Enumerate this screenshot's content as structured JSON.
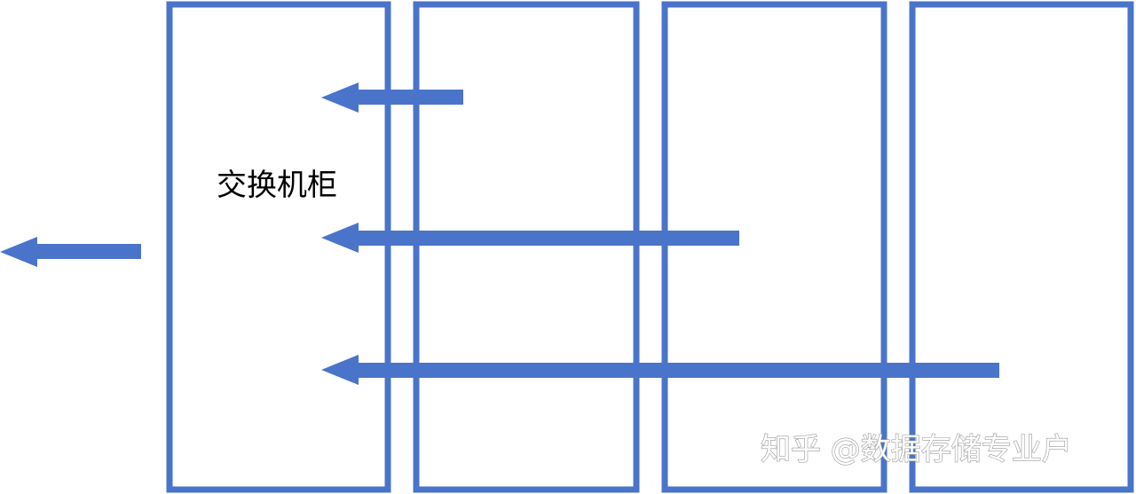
{
  "diagram": {
    "label": "交换机柜",
    "watermark": "知乎 @数据存储专业户",
    "accent_color": "#4a74c9",
    "racks": [
      {
        "id": "rack-1",
        "role": "switch-cabinet"
      },
      {
        "id": "rack-2"
      },
      {
        "id": "rack-3"
      },
      {
        "id": "rack-4"
      }
    ],
    "arrows": [
      {
        "from": "rack-2",
        "to": "rack-1",
        "direction": "left"
      },
      {
        "from": "rack-3",
        "to": "rack-1",
        "direction": "left"
      },
      {
        "from": "rack-4",
        "to": "rack-1",
        "direction": "left"
      },
      {
        "from": "rack-1",
        "to": "outside",
        "direction": "left"
      }
    ]
  }
}
